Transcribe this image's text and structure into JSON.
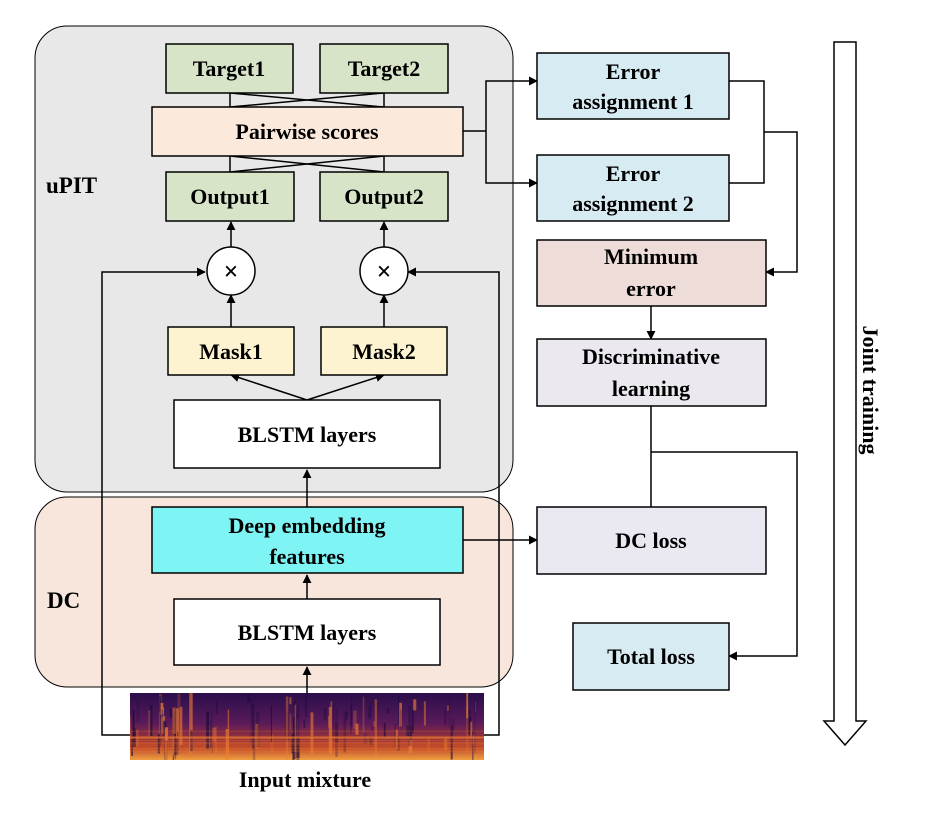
{
  "regions": {
    "upit": "uPIT",
    "dc": "DC"
  },
  "nodes": {
    "target1": "Target1",
    "target2": "Target2",
    "pairwise_scores": "Pairwise scores",
    "output1": "Output1",
    "output2": "Output2",
    "multiply_symbol": "×",
    "mask1": "Mask1",
    "mask2": "Mask2",
    "blstm_upper": "BLSTM layers",
    "deep_embedding": [
      "Deep embedding",
      "features"
    ],
    "blstm_lower": "BLSTM layers",
    "input_mixture": "Input mixture",
    "error_assignment_1": [
      "Error",
      "assignment 1"
    ],
    "error_assignment_2": [
      "Error",
      "assignment 2"
    ],
    "minimum_error": [
      "Minimum",
      "error"
    ],
    "discriminative_learning": [
      "Discriminative",
      "learning"
    ],
    "dc_loss": "DC loss",
    "total_loss": "Total loss",
    "joint_training": "Joint training"
  },
  "colors": {
    "upit_region": "#e8e8e8",
    "dc_region": "#f8e6dc",
    "target_output": "#d8e4c8",
    "pairwise": "#fbe9dc",
    "mask": "#fdf3d0",
    "deep_embedding": "#7ef4f4",
    "error_assignment": "#d7ebf2",
    "minimum_error": "#eedcd8",
    "discriminative": "#ebe8f0",
    "dc_loss": "#eae8f0",
    "total_loss": "#d7ebf2",
    "spectrogram_dark": "#1a0a3a",
    "spectrogram_hot": "#f08030"
  }
}
